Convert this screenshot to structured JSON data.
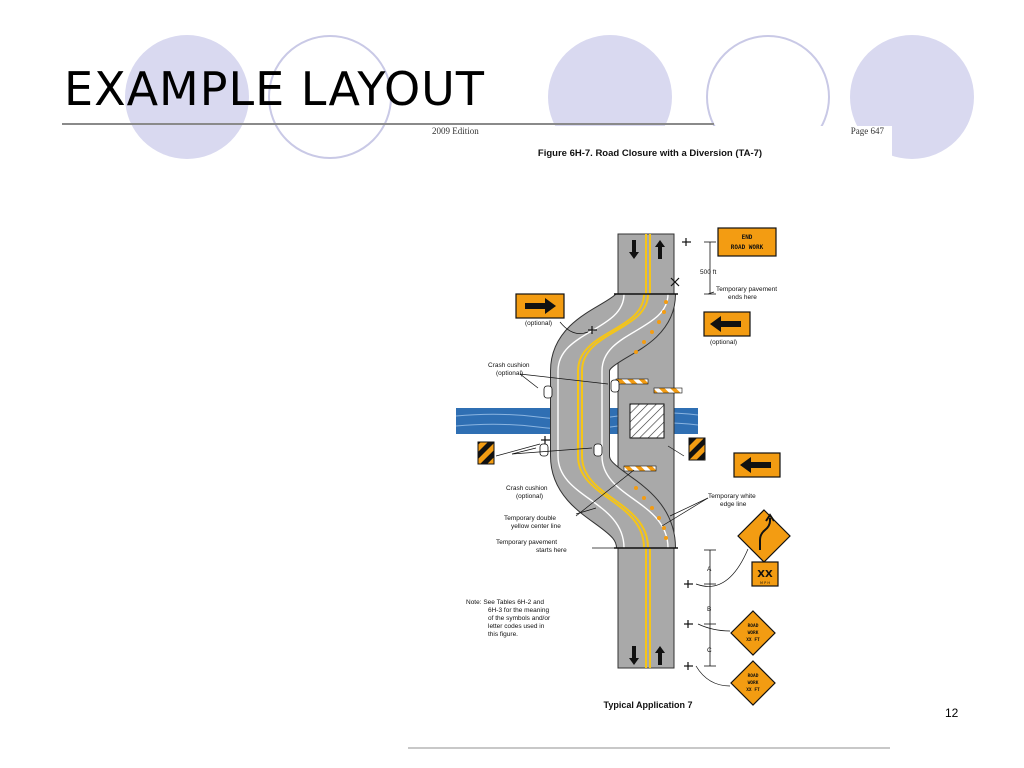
{
  "slide": {
    "title": "EXAMPLE LAYOUT",
    "page_number": "12"
  },
  "document": {
    "edition": "2009 Edition",
    "page": "Page 647",
    "figure_title": "Figure 6H-7.  Road Closure with a Diversion (TA-7)",
    "caption": "Typical Application 7"
  },
  "signs": {
    "end_road_work_1": "END",
    "end_road_work_2": "ROAD WORK",
    "speed": "XX",
    "speed_unit": "M P H",
    "road_work_1": "ROAD",
    "road_work_2": "WORK",
    "road_work_3": "XX FT"
  },
  "labels": {
    "distance_500": "500 ft",
    "temp_pavement_ends_1": "Temporary pavement",
    "temp_pavement_ends_2": "ends here",
    "optional_left": "(optional)",
    "optional_right": "(optional)",
    "crash_cushion_top_1": "Crash cushion",
    "crash_cushion_top_2": "(optional)",
    "crash_cushion_bottom_1": "Crash cushion",
    "crash_cushion_bottom_2": "(optional)",
    "temp_white_edge_1": "Temporary white",
    "temp_white_edge_2": "edge line",
    "temp_double_yellow_1": "Temporary double",
    "temp_double_yellow_2": "yellow center line",
    "temp_pavement_starts_1": "Temporary pavement",
    "temp_pavement_starts_2": "starts here",
    "dim_a": "A",
    "dim_b": "B",
    "dim_c": "C"
  },
  "note": {
    "line1": "Note: See Tables 6H-2 and",
    "line2": "6H-3 for the meaning",
    "line3": "of the symbols and/or",
    "line4": "letter codes used in",
    "line5": "this figure."
  },
  "colors": {
    "circle_fill": "#d9d9f0",
    "circle_ring": "#c9c9e6",
    "sign_orange": "#f39c12",
    "road_gray": "#a9a9a9",
    "river_blue": "#2f6fb3",
    "yellow_line": "#f5c518"
  }
}
